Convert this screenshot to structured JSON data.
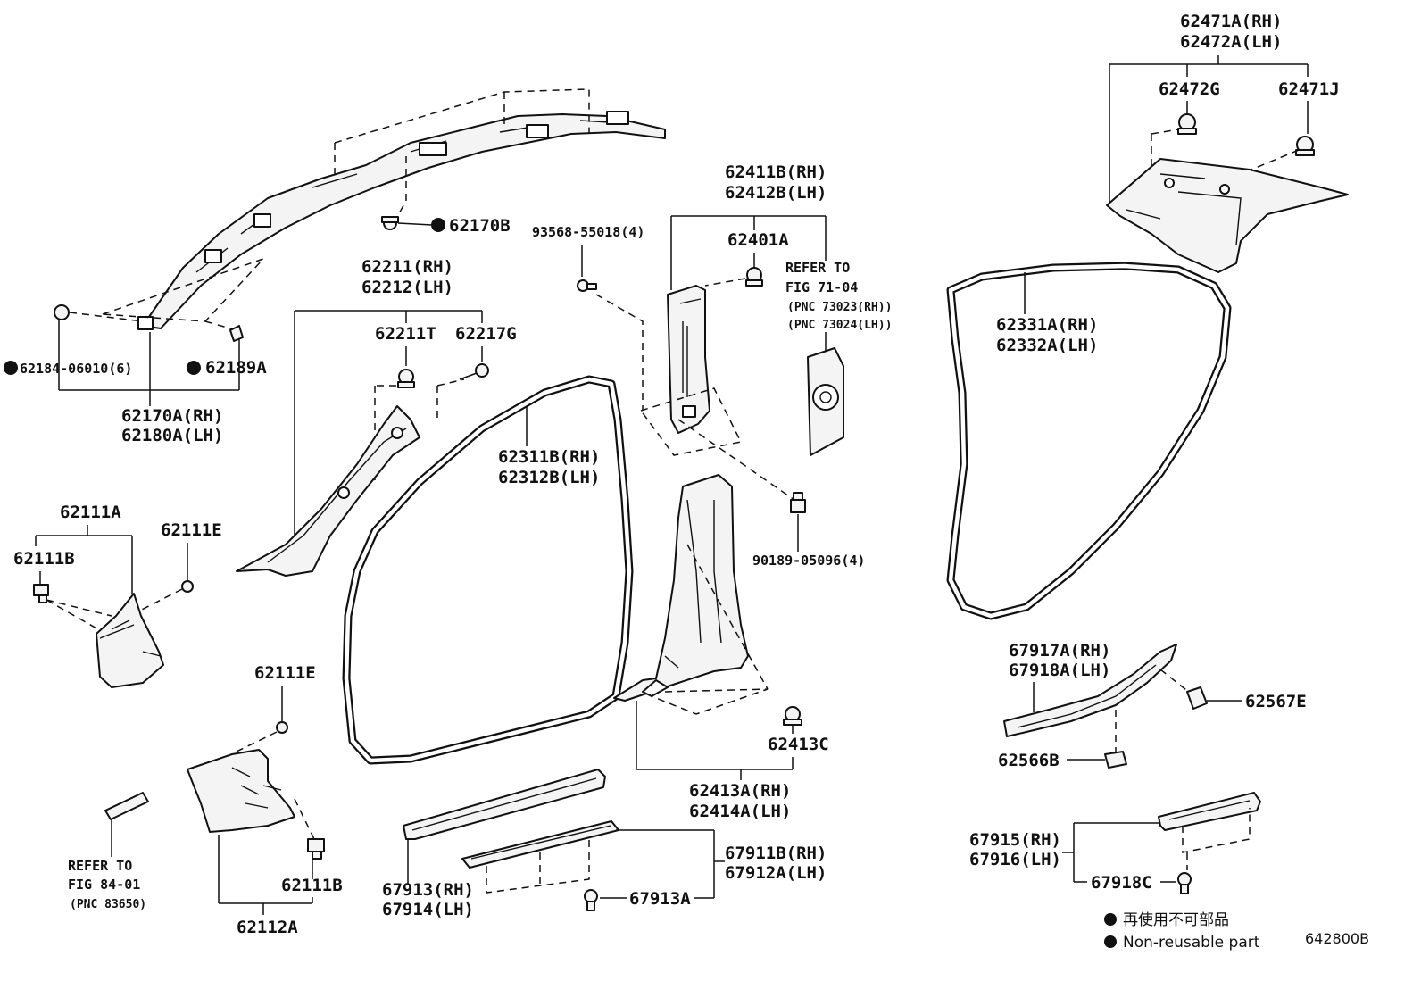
{
  "labels": {
    "rear_trim_rh": "62471A(RH)",
    "rear_trim_lh": "62472A(LH)",
    "clip_62472g": "62472G",
    "clip_62471j": "62471J",
    "garnish_rh": "62211(RH)",
    "garnish_lh": "62212(LH)",
    "clip_62211t": "62211T",
    "clip_62217g": "62217G",
    "bpillar_rh": "62411B(RH)",
    "bpillar_lh": "62412B(LH)",
    "clip_62401a": "62401A",
    "refer_71_line1": "REFER TO",
    "refer_71_line2": "FIG 71-04",
    "refer_71_pnc1": "(PNC 73023(RH))",
    "refer_71_pnc2": "(PNC 73024(LH))",
    "screw_93568": "93568-55018(4)",
    "clip_62170b": "62170B",
    "roof_clip_62184": "62184-06010(6)",
    "roof_clip_62189a": "62189A",
    "roof_rh": "62170A(RH)",
    "roof_lh": "62180A(LH)",
    "front_ws_rh": "62311B(RH)",
    "front_ws_lh": "62312B(LH)",
    "rear_ws_rh": "62331A(RH)",
    "rear_ws_lh": "62332A(LH)",
    "clip_90189": "90189-05096(4)",
    "cowl_62111a": "62111A",
    "cowl_clip_62111b": "62111B",
    "cowl_clip_62111e": "62111E",
    "lower_clip_62111e": "62111E",
    "lower_clip_62111b": "62111B",
    "lower_trim_62112a": "62112A",
    "refer_84_line1": "REFER TO",
    "refer_84_line2": "FIG 84-01",
    "refer_84_pnc": "(PNC 83650)",
    "clip_62413c": "62413C",
    "lower_b_rh": "62413A(RH)",
    "lower_b_lh": "62414A(LH)",
    "scuff_rh": "67917A(RH)",
    "scuff_lh": "67918A(LH)",
    "clip_62567e": "62567E",
    "clip_62566b": "62566B",
    "rear_scuff_rh": "67915(RH)",
    "rear_scuff_lh": "67916(LH)",
    "clip_67918c": "67918C",
    "front_scuff_rh": "67913(RH)",
    "front_scuff_lh": "67914(LH)",
    "inner_scuff_rh": "67911B(RH)",
    "inner_scuff_lh": "67912A(LH)",
    "clip_67913a": "67913A"
  },
  "legend": {
    "jp": "再使用不可部品",
    "en": "Non-reusable part"
  },
  "figure_code": "642800B"
}
